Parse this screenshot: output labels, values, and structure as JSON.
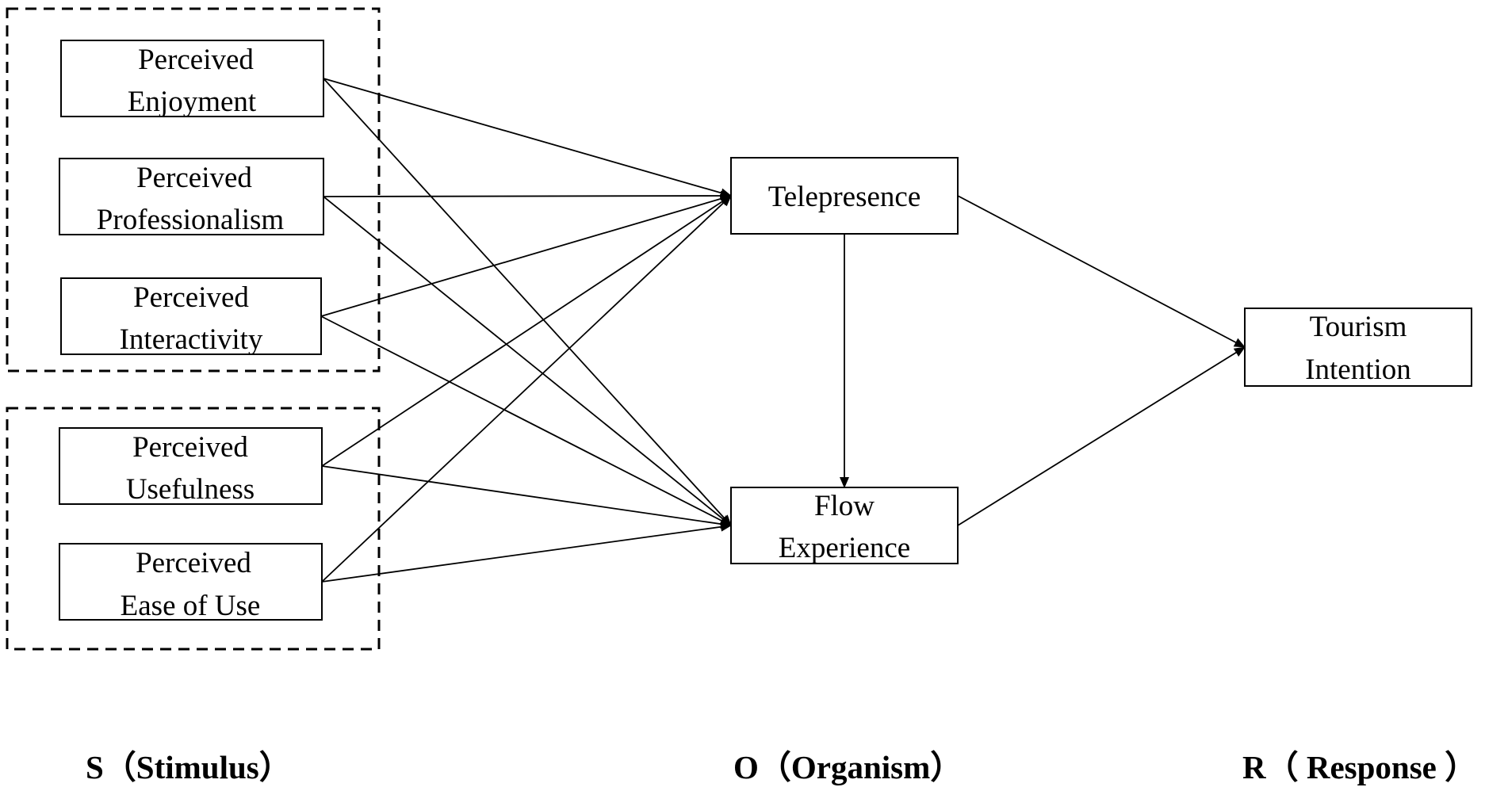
{
  "nodes": {
    "perceived_enjoyment": {
      "line1": "Perceived",
      "line2": "Enjoyment"
    },
    "perceived_professionalism": {
      "line1": "Perceived",
      "line2": "Professionalism"
    },
    "perceived_interactivity": {
      "line1": "Perceived",
      "line2": "Interactivity"
    },
    "perceived_usefulness": {
      "line1": "Perceived",
      "line2": "Usefulness"
    },
    "perceived_ease_of_use": {
      "line1": "Perceived",
      "line2": "Ease of Use"
    },
    "telepresence": {
      "line1": "Telepresence"
    },
    "flow_experience": {
      "line1": "Flow",
      "line2": "Experience"
    },
    "tourism_intention": {
      "line1": "Tourism",
      "line2": "Intention"
    }
  },
  "stages": {
    "stimulus": "S（Stimulus）",
    "organism": "O（Organism）",
    "response": "R（ Response ）"
  },
  "edges": [
    {
      "from": "perceived_enjoyment",
      "to": "telepresence"
    },
    {
      "from": "perceived_enjoyment",
      "to": "flow_experience"
    },
    {
      "from": "perceived_professionalism",
      "to": "telepresence"
    },
    {
      "from": "perceived_professionalism",
      "to": "flow_experience"
    },
    {
      "from": "perceived_interactivity",
      "to": "telepresence"
    },
    {
      "from": "perceived_interactivity",
      "to": "flow_experience"
    },
    {
      "from": "perceived_usefulness",
      "to": "telepresence"
    },
    {
      "from": "perceived_usefulness",
      "to": "flow_experience"
    },
    {
      "from": "perceived_ease_of_use",
      "to": "telepresence"
    },
    {
      "from": "perceived_ease_of_use",
      "to": "flow_experience"
    },
    {
      "from": "telepresence",
      "to": "flow_experience"
    },
    {
      "from": "telepresence",
      "to": "tourism_intention"
    },
    {
      "from": "flow_experience",
      "to": "tourism_intention"
    }
  ],
  "colors": {
    "line": "#000000",
    "background": "#ffffff"
  }
}
